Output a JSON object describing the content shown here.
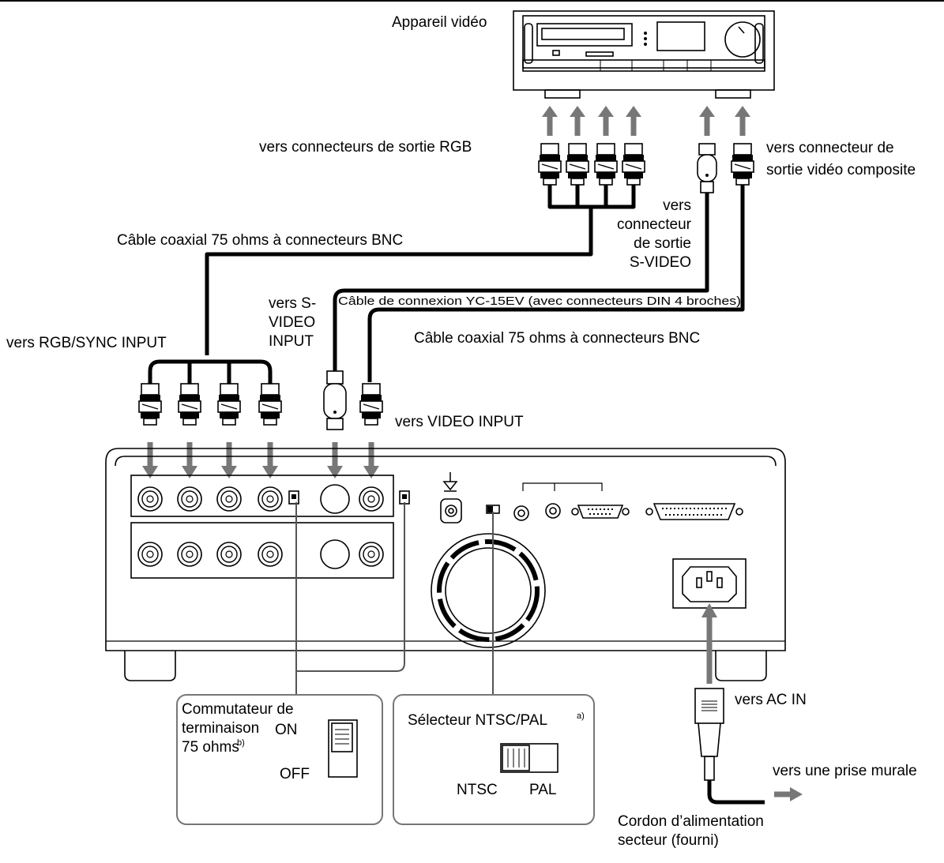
{
  "labels": {
    "video_device": "Appareil vidéo",
    "rgb_out": "vers connecteurs de sortie RGB",
    "composite_out_1": "vers connecteur de",
    "composite_out_2": "sortie vidéo composite",
    "svideo_out_1": "vers",
    "svideo_out_2": "connecteur",
    "svideo_out_3": "de sortie",
    "svideo_out_4": "S-VIDEO",
    "bnc_cable_top": "Câble coaxial 75 ohms à connecteurs BNC",
    "svideo_in_1": "vers S-",
    "svideo_in_2": "VIDEO",
    "svideo_in_3": "INPUT",
    "yc_cable": "Câble de connexion YC-15EV (avec connecteurs DIN 4 broches)",
    "rgb_sync_in": "vers RGB/SYNC INPUT",
    "bnc_cable_right": "Câble coaxial 75 ohms à connecteurs BNC",
    "video_in": "vers VIDEO INPUT",
    "ac_in": "vers AC IN",
    "wall_outlet": "vers une prise murale",
    "power_cord_1": "Cordon d’alimentation",
    "power_cord_2": "secteur (fourni)"
  },
  "termination_box": {
    "line1": "Commutateur de",
    "line2": "terminaison",
    "line3": "75 ohms",
    "footnote": "b)",
    "on": "ON",
    "off": "OFF"
  },
  "ntsc_box": {
    "title": "Sélecteur NTSC/PAL",
    "footnote": "a)",
    "ntsc": "NTSC",
    "pal": "PAL"
  }
}
